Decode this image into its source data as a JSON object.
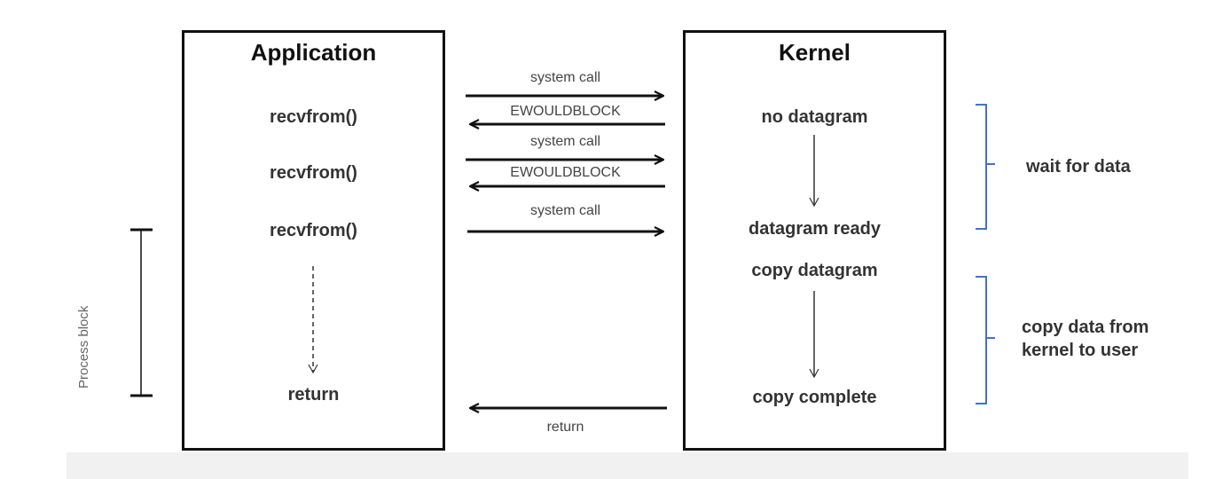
{
  "application": {
    "title": "Application",
    "calls": [
      "recvfrom()",
      "recvfrom()",
      "recvfrom()"
    ],
    "return_label": "return"
  },
  "kernel": {
    "title": "Kernel",
    "states": {
      "no_datagram": "no datagram",
      "datagram_ready": "datagram ready",
      "copy_datagram": "copy datagram",
      "copy_complete": "copy complete"
    }
  },
  "messages": {
    "syscall_1": "system call",
    "ewouldblock_1": "EWOULDBLOCK",
    "syscall_2": "system call",
    "ewouldblock_2": "EWOULDBLOCK",
    "syscall_3": "system call",
    "return": "return"
  },
  "phases": {
    "wait": "wait for data",
    "copy_line1": "copy data from",
    "copy_line2": "kernel to user"
  },
  "process_block_label": "Process block",
  "colors": {
    "brace": "#4472c4",
    "arrow": "#111111",
    "text": "#333333"
  }
}
